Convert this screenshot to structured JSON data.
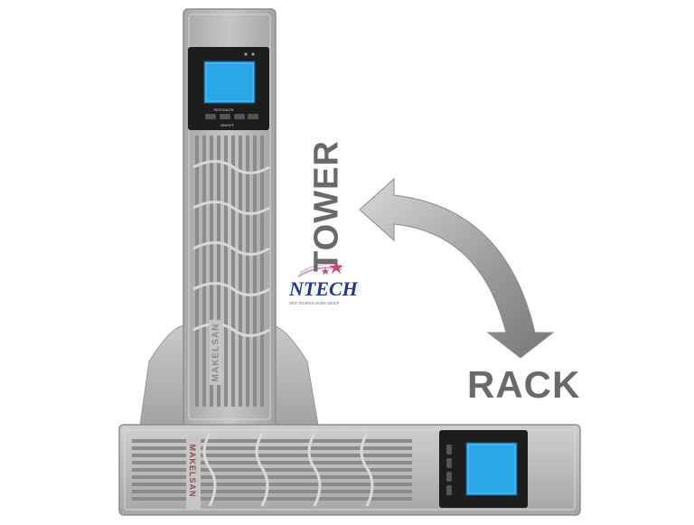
{
  "labels": {
    "tower": "TOWER",
    "rack": "RACK"
  },
  "brand": {
    "name": "MAKELSAN"
  },
  "watermark": {
    "name": "NTECH",
    "subtitle": "NEW TECHNOLOGIES GROUP"
  },
  "panel": {
    "button_caption_top": "TEST/MUTE",
    "button_caption_bottom": "ON/OFF"
  },
  "colors": {
    "body": "#bdbdbd",
    "panel": "#1d1d1d",
    "lcd": "#29a7e6",
    "arrow": "#a7a7a7",
    "label_text": "#6a6a6a",
    "watermark": "#1f3b8c"
  }
}
